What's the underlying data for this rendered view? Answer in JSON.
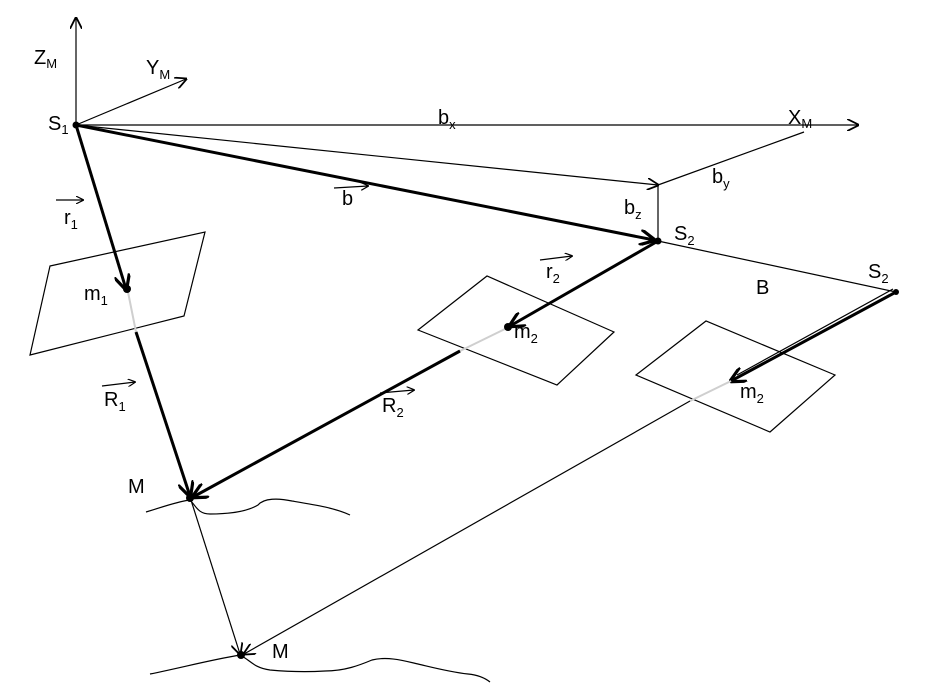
{
  "diagram": {
    "axes": {
      "z": {
        "main": "Z",
        "sub": "M"
      },
      "y": {
        "main": "Y",
        "sub": "M"
      },
      "x": {
        "main": "X",
        "sub": "M"
      }
    },
    "points": {
      "s1": {
        "main": "S",
        "sub": "1"
      },
      "s2_a": {
        "main": "S",
        "sub": "2"
      },
      "s2_b": {
        "main": "S",
        "sub": "2"
      },
      "m1": {
        "main": "m",
        "sub": "1"
      },
      "m2_a": {
        "main": "m",
        "sub": "2"
      },
      "m2_b": {
        "main": "m",
        "sub": "2"
      },
      "M_upper": "M",
      "M_lower": "M"
    },
    "vectors": {
      "r1": {
        "main": "r",
        "sub": "1"
      },
      "r2": {
        "main": "r",
        "sub": "2"
      },
      "R1": {
        "main": "R",
        "sub": "1"
      },
      "R2": {
        "main": "R",
        "sub": "2"
      },
      "b": "b"
    },
    "components": {
      "bx": {
        "main": "b",
        "sub": "x"
      },
      "by": {
        "main": "b",
        "sub": "y"
      },
      "bz": {
        "main": "b",
        "sub": "z"
      }
    },
    "baseline": "B",
    "colors": {
      "ink": "#000000",
      "projection": "#cfcfcf"
    }
  }
}
